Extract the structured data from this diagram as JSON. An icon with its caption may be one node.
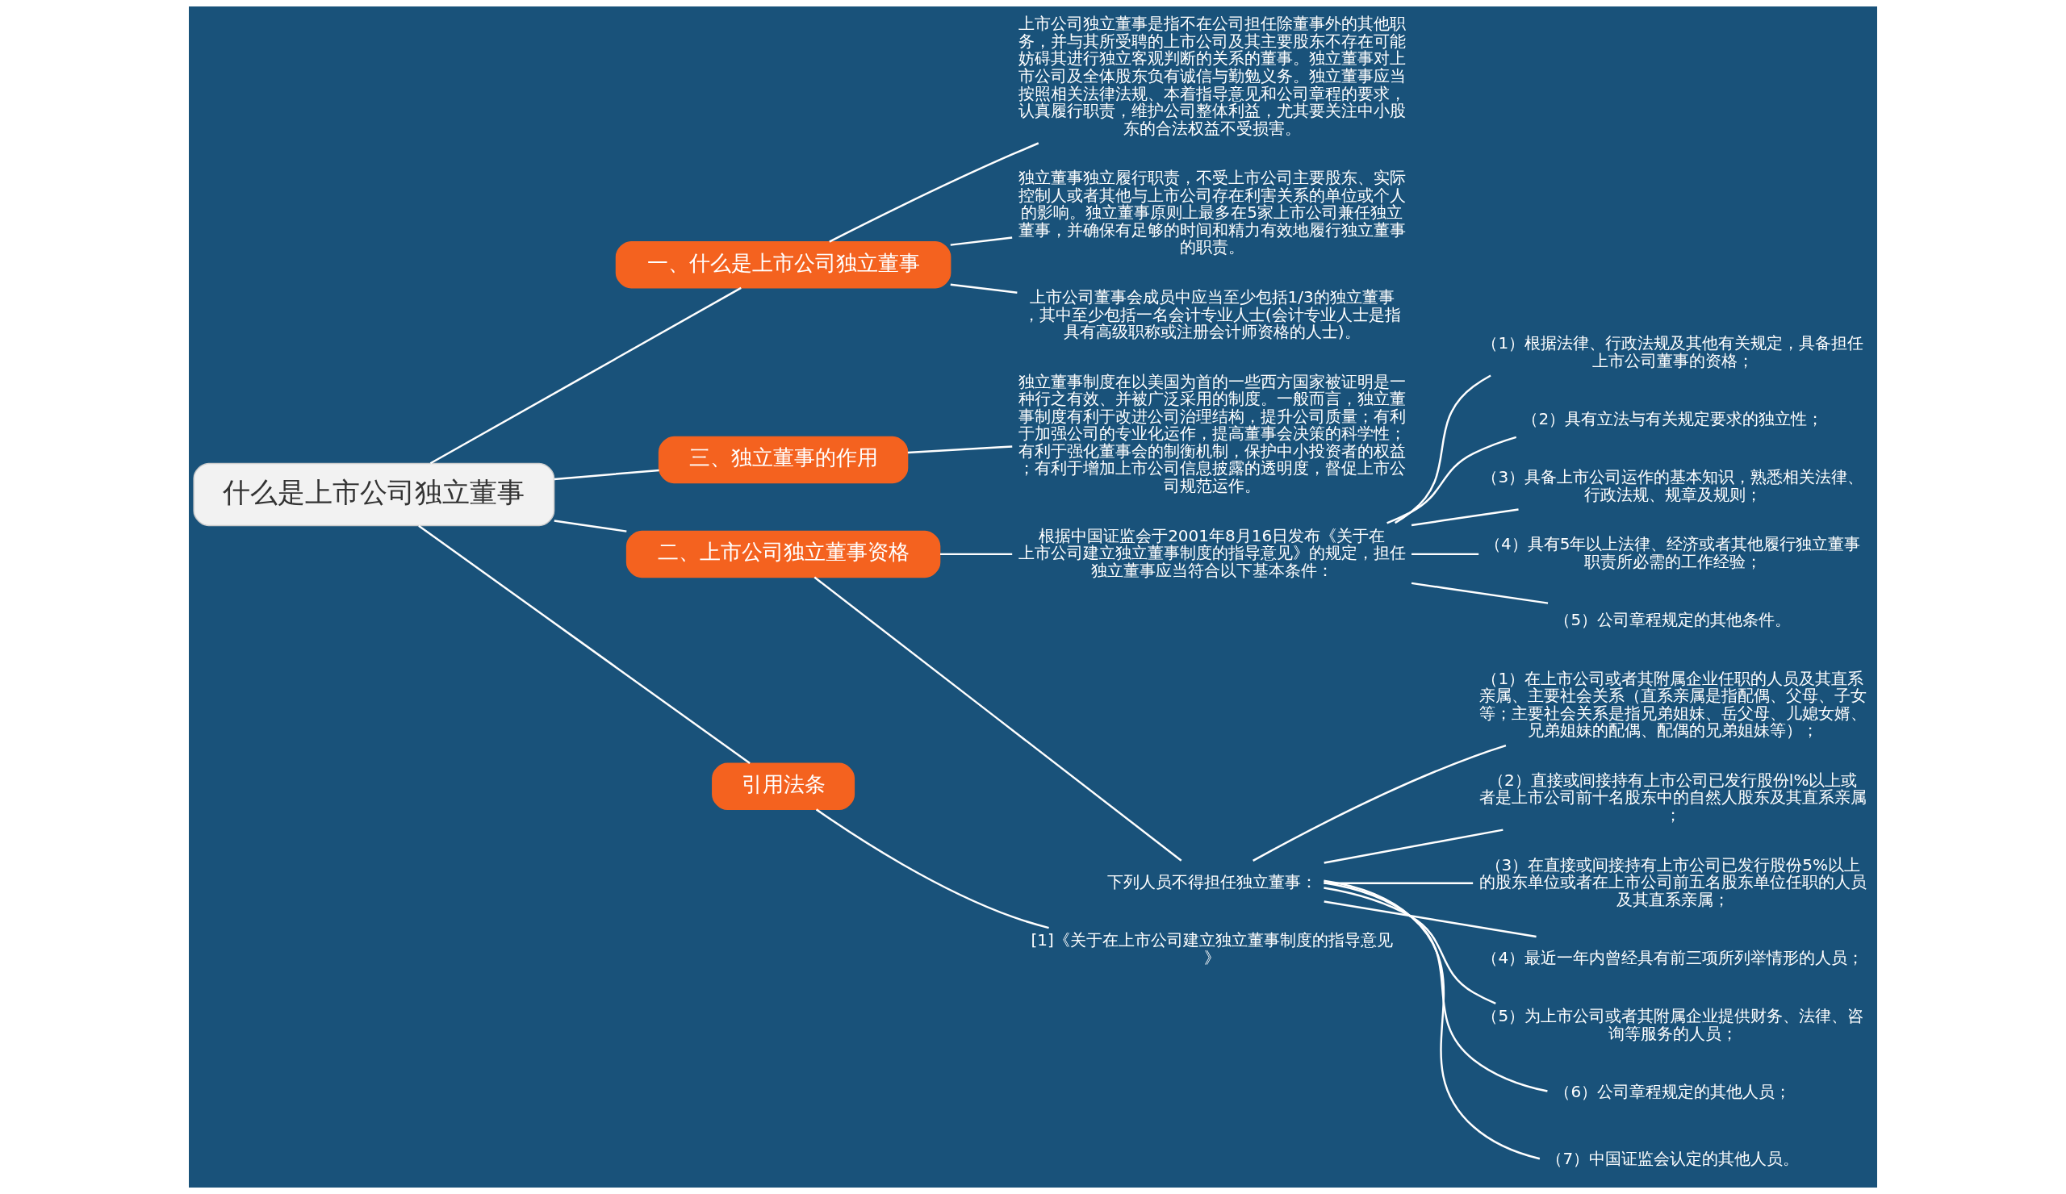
{
  "diagram": {
    "nodes": [
      {
        "text": [
          "什么是上市公司独立董事"
        ]
      },
      {
        "text": [
          "一、什么是上市公司独立董事"
        ]
      },
      {
        "text": [
          "上市公司独立董事是指不在公司担任除董事外的其他职务，并与其所受聘的上市公司及其主要股东不存在可能妨碍其进行独立客观判断的关系的董事。独立董事对上市公司及全体股东负有诚信与勤勉义务。独立董事应当按照相关法律法规、本着指导意见和公司章程的要求，认真履行职责，维护公司整体利益，尤其要关注中小股东的合法权益不受损害。"
        ]
      },
      {
        "text": [
          "独立董事独立履行职责，不受上市公司主要股东、实际控制人或者其他与上市公司存在利害关系的单位或个人的影响。独立董事原则上最多在5家上市公司兼任独立董事，并确保有足够的时间和精力有效地履行独立董事的职责。"
        ]
      },
      {
        "text": [
          "上市公司董事会成员中应当至少包括1/3的独立董事，其中至少包括一名会计专业人士(会计专业人士是指具有高级职称或注册会计师资格的人士)。"
        ]
      },
      {
        "text": [
          "三、独立董事的作用"
        ]
      },
      {
        "text": [
          "独立董事制度在以美国为首的一些西方国家被证明是一种行之有效、并被广泛采用的制度。一般而言，独立董事制度有利于改进公司治理结构，提升公司质量；有利于加强公司的专业化运作，提高董事会决策的科学性；有利于强化董事会的制衡机制，保护中小投资者的权益；有利于增加上市公司信息披露的透明度，督促上市公司规范运作。"
        ]
      },
      {
        "text": [
          "二、上市公司独立董事资格"
        ]
      },
      {
        "text": [
          "根据中国证监会于2001年8月16日发布《关于在上市公司建立独立董事制度的指导意见》的规定，担任独立董事应当符合以下基本条件："
        ]
      },
      {
        "text": [
          "（1）根据法律、行政法规及其他有关规定，具备担任上市公司董事的资格；"
        ]
      },
      {
        "text": [
          "（2）具有立法与有关规定要求的独立性；"
        ]
      },
      {
        "text": [
          "（3）具备上市公司运作的基本知识，熟悉相关法律、行政法规、规章及规则；"
        ]
      },
      {
        "text": [
          "（4）具有5年以上法律、经济或者其他履行独立董事职责所必需的工作经验；"
        ]
      },
      {
        "text": [
          "（5）公司章程规定的其他条件。"
        ]
      },
      {
        "text": [
          "下列人员不得担任独立董事："
        ]
      },
      {
        "text": [
          "（1）在上市公司或者其附属企业任职的人员及其直系亲属、主要社会关系（直系亲属是指配偶、父母、子女等；主要社会关系是指兄弟姐妹、岳父母、儿媳女婿、兄弟姐妹的配偶、配偶的兄弟姐妹等）；"
        ]
      },
      {
        "text": [
          "（2）直接或间接持有上市公司已发行股份l%以上或者是上市公司前十名股东中的自然人股东及其直系亲属；"
        ]
      },
      {
        "text": [
          "（3）在直接或间接持有上市公司已发行股份5%以上的股东单位或者在上市公司前五名股东单位任职的人员及其直系亲属；"
        ]
      },
      {
        "text": [
          "（4）最近一年内曾经具有前三项所列举情形的人员；"
        ]
      },
      {
        "text": [
          "（5）为上市公司或者其附属企业提供财务、法律、咨询等服务的人员；"
        ]
      },
      {
        "text": [
          "（6）公司章程规定的其他人员；"
        ]
      },
      {
        "text": [
          "（7）中国证监会认定的其他人员。"
        ]
      },
      {
        "text": [
          "引用法条"
        ]
      },
      {
        "text": [
          "[1]《关于在上市公司建立独立董事制度的指导意见》"
        ]
      }
    ],
    "edges": [
      {
        "from": 0,
        "to": 1,
        "arrow": "none"
      },
      {
        "from": 1,
        "to": 2,
        "arrow": "none"
      },
      {
        "from": 1,
        "to": 3,
        "arrow": "none"
      },
      {
        "from": 1,
        "to": 4,
        "arrow": "none"
      },
      {
        "from": 0,
        "to": 5,
        "arrow": "none"
      },
      {
        "from": 5,
        "to": 6,
        "arrow": "none"
      },
      {
        "from": 0,
        "to": 7,
        "arrow": "none"
      },
      {
        "from": 7,
        "to": 8,
        "arrow": "none"
      },
      {
        "from": 8,
        "to": 9,
        "arrow": "none"
      },
      {
        "from": 8,
        "to": 10,
        "arrow": "none"
      },
      {
        "from": 8,
        "to": 11,
        "arrow": "none"
      },
      {
        "from": 8,
        "to": 12,
        "arrow": "none"
      },
      {
        "from": 8,
        "to": 13,
        "arrow": "none"
      },
      {
        "from": 7,
        "to": 14,
        "arrow": "none"
      },
      {
        "from": 14,
        "to": 15,
        "arrow": "none"
      },
      {
        "from": 14,
        "to": 16,
        "arrow": "none"
      },
      {
        "from": 14,
        "to": 17,
        "arrow": "none"
      },
      {
        "from": 14,
        "to": 18,
        "arrow": "none"
      },
      {
        "from": 14,
        "to": 19,
        "arrow": "none"
      },
      {
        "from": 14,
        "to": 20,
        "arrow": "none"
      },
      {
        "from": 14,
        "to": 21,
        "arrow": "none"
      },
      {
        "from": 0,
        "to": 22,
        "arrow": "none"
      },
      {
        "from": 22,
        "to": 23,
        "arrow": "none"
      }
    ]
  }
}
